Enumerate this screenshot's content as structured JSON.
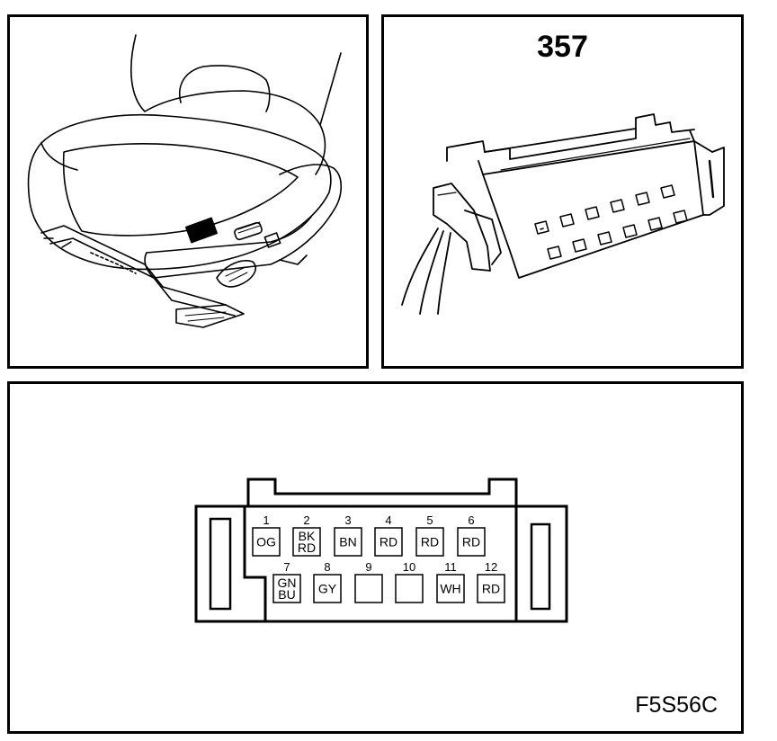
{
  "connector": {
    "number": "357",
    "figure_code": "F5S56C",
    "pins": [
      {
        "num": "1",
        "color": [
          "OG"
        ]
      },
      {
        "num": "2",
        "color": [
          "BK",
          "RD"
        ]
      },
      {
        "num": "3",
        "color": [
          "BN"
        ]
      },
      {
        "num": "4",
        "color": [
          "RD"
        ]
      },
      {
        "num": "5",
        "color": [
          "RD"
        ]
      },
      {
        "num": "6",
        "color": [
          "RD"
        ]
      },
      {
        "num": "7",
        "color": [
          "GN",
          "BU"
        ]
      },
      {
        "num": "8",
        "color": [
          "GY"
        ]
      },
      {
        "num": "9",
        "color": []
      },
      {
        "num": "10",
        "color": []
      },
      {
        "num": "11",
        "color": [
          "WH"
        ]
      },
      {
        "num": "12",
        "color": [
          "RD"
        ]
      }
    ]
  }
}
